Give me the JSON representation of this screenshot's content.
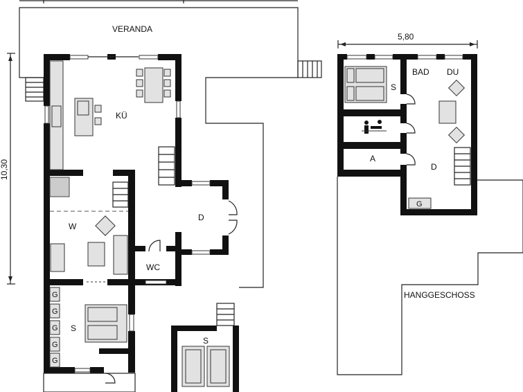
{
  "plan": {
    "main_floor": {
      "dimension_height": "10,30",
      "rooms": {
        "veranda": "VERANDA",
        "kitchen": "KÜ",
        "living": "W",
        "hall": "D",
        "toilet": "WC",
        "bedroom": "S",
        "annex_bedroom": "S"
      },
      "guest_beds": [
        "G",
        "G",
        "G",
        "G",
        "G"
      ]
    },
    "lower_floor": {
      "title": "HANGGESCHOSS",
      "dimension_width": "5,80",
      "rooms": {
        "bedroom": "S",
        "bath": "BAD",
        "shower": "DU",
        "storage": "A",
        "hall": "D",
        "guest_bed": "G"
      }
    }
  }
}
